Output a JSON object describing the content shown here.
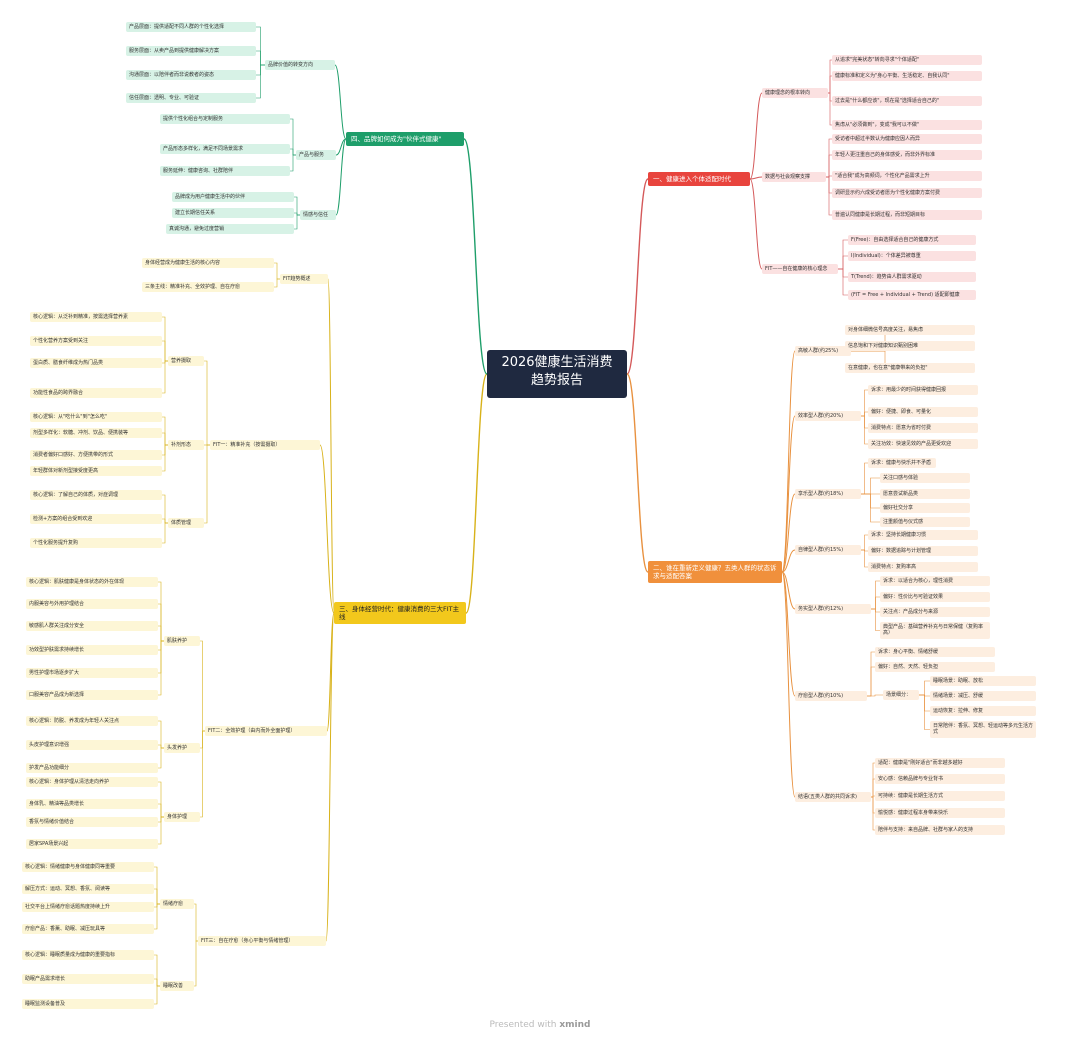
{
  "root": "2026健康生活消费趋势报告",
  "footer": {
    "presented": "Presented with",
    "brand": "xmind"
  },
  "colors": {
    "red": "#d4595a",
    "orange": "#e8913f",
    "yellow": "#d8b21a",
    "green": "#1e9e6a"
  },
  "branches": {
    "b1": {
      "title": "一、健康进入个体适配时代",
      "c1": {
        "title": "健康理念的根本转向",
        "items": [
          "从追求\"完美状态\"转向寻求\"个体适配\"",
          "健康标准和定义为\"身心平衡、生活稳定、自我认同\"",
          "过去是\"什么都应该\"，现在是\"选择适合自己的\"",
          "焦虑从\"必须做到\"，变成\"我可以不做\""
        ]
      },
      "c2": {
        "title": "数据与社会观察支撑",
        "items": [
          "受访者中超过半数认为健康应因人而异",
          "年轻人更注重自己的身体感受，而非外界标准",
          "\"适合我\"成为高频词，个性化产品需求上升",
          "调研显示约六成受访者愿为个性化健康方案付费",
          "普遍认同健康是长期过程，而非短期目标"
        ]
      },
      "c3": {
        "title": "FIT——自在健康的核心理念",
        "items": [
          "F(Free)：自由选择适合自己的健康方式",
          "I(Individual)：个体差异被尊重",
          "T(Trend)：趋势由人群需求驱动",
          "(FIT = Free + Individual + Trend) 适配即健康"
        ]
      }
    },
    "b2": {
      "title": "二、谁在重新定义健康？五类人群的状态诉求与适配答案",
      "c1": {
        "title": "高敏人群(约25%)",
        "items": [
          "对身体细微信号高度关注，易焦虑",
          "信息饱和下对健康知识甄别困难",
          "在意健康，也在意\"健康带来的负担\""
        ]
      },
      "c2": {
        "title": "效率型人群(约20%)",
        "items": [
          {
            "text": "诉求：用最少的时间获得健康回报",
            "sub": []
          },
          {
            "text": "偏好：便捷、即食、可量化",
            "sub": []
          },
          {
            "text": "消费特点：愿意为省时付费",
            "sub": []
          },
          {
            "text": "关注功效：快速见效的产品更受欢迎",
            "sub": []
          }
        ]
      },
      "c3": {
        "title": "享乐型人群(约18%)",
        "items": [
          {
            "text": "诉求：健康与快乐并不矛盾",
            "sub": [
              "关注口感与体验",
              "愿意尝试新品类",
              "偏好社交分享",
              "注重颜值与仪式感"
            ]
          }
        ]
      },
      "c4": {
        "title": "自律型人群(约15%)",
        "items": [
          "诉求：坚持长期健康习惯",
          "偏好：数据追踪与计划管理",
          "消费特点：复购率高"
        ]
      },
      "c5": {
        "title": "务实型人群(约12%)",
        "items": [
          "诉求：以适合为核心，理性消费",
          "偏好：性价比与可验证效果",
          "关注点：产品成分与来源",
          "典型产品：基础营养补充与日常保健（复购率高）"
        ]
      },
      "c6": {
        "title": "疗愈型人群(约10%)",
        "items": [
          {
            "text": "诉求：身心平衡、情绪舒缓",
            "sub": []
          },
          {
            "text": "偏好：自然、天然、轻负担",
            "sub": []
          },
          {
            "text": "场景细分：",
            "sub": [
              "睡眠场景：助眠、放松",
              "情绪场景：减压、舒缓",
              "运动恢复：拉伸、修复",
              "日常陪伴：香氛、冥想、轻运动等多元生活方式"
            ]
          }
        ]
      },
      "c7": {
        "title": "结语(五类人群的共同诉求)",
        "items": [
          "适配：健康是\"刚好适合\"而非越多越好",
          "安心感：信赖品牌与专业背书",
          "可持续：健康是长期生活方式",
          "愉悦感：健康过程本身带来快乐",
          "陪伴与支持：来自品牌、社群与家人的支持"
        ]
      }
    },
    "b3": {
      "title": "三、身体经营时代：健康消费的三大FIT主线",
      "c1": {
        "title": "FIT趋势概述",
        "items": [
          "身体经营成为健康生活的核心内容",
          "三条主线：精准补充、全效护理、自在疗愈"
        ]
      },
      "c2": {
        "title": "FIT一：精准补充（按需摄取）",
        "g1": {
          "title": "营养摄取",
          "items": [
            "核心逻辑：从泛补到精准，按需选择营养素",
            "个性化营养方案受到关注",
            "蛋白质、膳食纤维成为热门品类",
            "功能性食品的跨界融合"
          ]
        },
        "g2": {
          "title": "补剂形态",
          "items": [
            "核心逻辑：从\"吃什么\"到\"怎么吃\"",
            "剂型多样化：软糖、冲剂、饮品、便携装等",
            "消费者偏好口感好、方便携带的形式",
            "年轻群体对新剂型接受度更高"
          ]
        },
        "g3": {
          "title": "体质管理",
          "items": [
            "核心逻辑：了解自己的体质，对症调理",
            "检测+方案的组合受到欢迎",
            "个性化服务提升复购"
          ]
        }
      },
      "c3": {
        "title": "FIT二：全效护理（由内而外全面护理）",
        "g1": {
          "title": "肌肤养护",
          "items": [
            "核心逻辑：肌肤健康是身体状态的外在体现",
            "内服美容与外用护理结合",
            "敏感肌人群关注成分安全",
            "功效型护肤需求持续增长",
            "男性护理市场逐步扩大",
            "口服美容产品成为新选择"
          ]
        },
        "g2": {
          "title": "头发养护",
          "items": [
            "核心逻辑：防脱、养发成为年轻人关注点",
            "头皮护理意识增强",
            "护发产品功能细分"
          ]
        },
        "g3": {
          "title": "身体护理",
          "items": [
            "核心逻辑：身体护理从清洁走向养护",
            "身体乳、精油等品类增长",
            "香氛与情绪价值结合",
            "居家SPA场景兴起"
          ]
        }
      },
      "c4": {
        "title": "FIT三：自在疗愈（身心平衡与情绪管理）",
        "g1": {
          "title": "情绪疗愈",
          "items": [
            "核心逻辑：情绪健康与身体健康同等重要",
            "解压方式：运动、冥想、香氛、阅读等",
            "社交平台上情绪疗愈话题热度持续上升",
            "疗愈产品：香薰、助眠、减压玩具等"
          ]
        },
        "g2": {
          "title": "睡眠改善",
          "items": [
            "核心逻辑：睡眠质量成为健康的重要指标",
            "助眠产品需求增长",
            "睡眠监测设备普及"
          ]
        }
      }
    },
    "b4": {
      "title": "四、品牌如何成为\"伙伴式健康\"",
      "c1": {
        "title": "品牌价值的转变方向",
        "items": [
          "产品层面：提供适配不同人群的个性化选择",
          "服务层面：从卖产品到提供健康解决方案",
          "沟通层面：以陪伴者而非说教者的姿态",
          "信任层面：透明、专业、可验证"
        ]
      },
      "c2": {
        "title": "产品与服务",
        "items": [
          "提供个性化组合与定制服务",
          "产品形态多样化，满足不同场景需求",
          "服务延伸：健康咨询、社群陪伴"
        ]
      },
      "c3": {
        "title": "情感与信任",
        "items": [
          "品牌成为用户健康生活中的伙伴",
          "建立长期信任关系",
          "真诚沟通，避免过度营销"
        ]
      }
    }
  }
}
